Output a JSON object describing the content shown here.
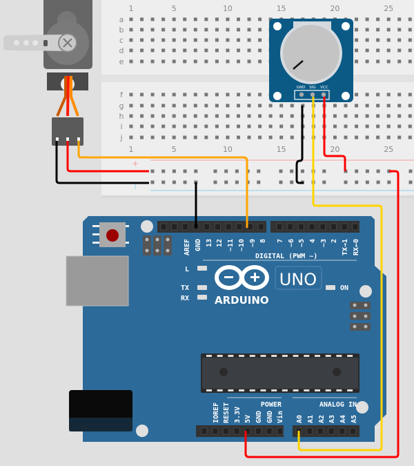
{
  "breadboard": {
    "column_labels": [
      "1",
      "5",
      "10",
      "15",
      "20",
      "25"
    ],
    "row_labels_top": [
      "a",
      "b",
      "c",
      "d",
      "e"
    ],
    "row_labels_bottom": [
      "f",
      "g",
      "h",
      "i",
      "j"
    ],
    "rail_plus": "+"
  },
  "potentiometer": {
    "pins": [
      "GND",
      "SIG",
      "VCC"
    ]
  },
  "arduino": {
    "brand": "ARDUINO",
    "model": "UNO",
    "digital_title": "DIGITAL (PWM ~)",
    "digital_pins": [
      "AREF",
      "GND",
      "13",
      "12",
      "~11",
      "~10",
      "~9",
      "8",
      "7",
      "~6",
      "~5",
      "4",
      "~3",
      "2",
      "TX→1",
      "RX←0"
    ],
    "led_labels": [
      "L",
      "TX",
      "RX",
      "ON"
    ],
    "power_title": "POWER",
    "analog_title": "ANALOG IN",
    "power_pins": [
      "IOREF",
      "RESET",
      "3.3V",
      "5V",
      "GND",
      "GND",
      "Vin"
    ],
    "analog_pins": [
      "A0",
      "A1",
      "A2",
      "A3",
      "A4",
      "A5"
    ]
  },
  "colors": {
    "board": "#2c6a99",
    "pot": "#0b5a86",
    "wire_red": "#ff0000",
    "wire_black": "#000000",
    "wire_orange": "#ffa500",
    "wire_yellow": "#ffd500"
  }
}
